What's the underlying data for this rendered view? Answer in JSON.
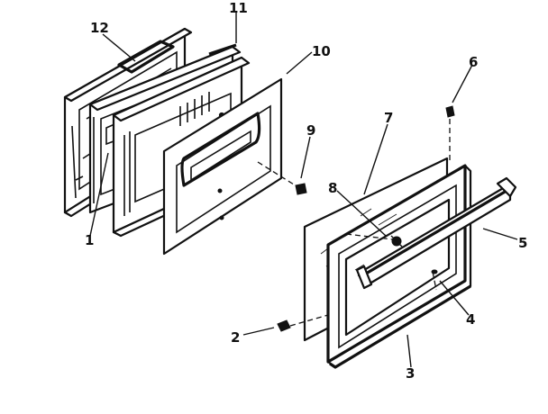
{
  "diagram": {
    "callouts": [
      {
        "id": "1",
        "label": "1"
      },
      {
        "id": "2",
        "label": "2"
      },
      {
        "id": "3",
        "label": "3"
      },
      {
        "id": "4",
        "label": "4"
      },
      {
        "id": "5",
        "label": "5"
      },
      {
        "id": "6",
        "label": "6"
      },
      {
        "id": "7",
        "label": "7"
      },
      {
        "id": "8",
        "label": "8"
      },
      {
        "id": "9",
        "label": "9"
      },
      {
        "id": "10",
        "label": "10"
      },
      {
        "id": "11",
        "label": "11"
      },
      {
        "id": "12",
        "label": "12"
      }
    ],
    "colors": {
      "ink": "#111111",
      "paper": "#ffffff"
    }
  }
}
